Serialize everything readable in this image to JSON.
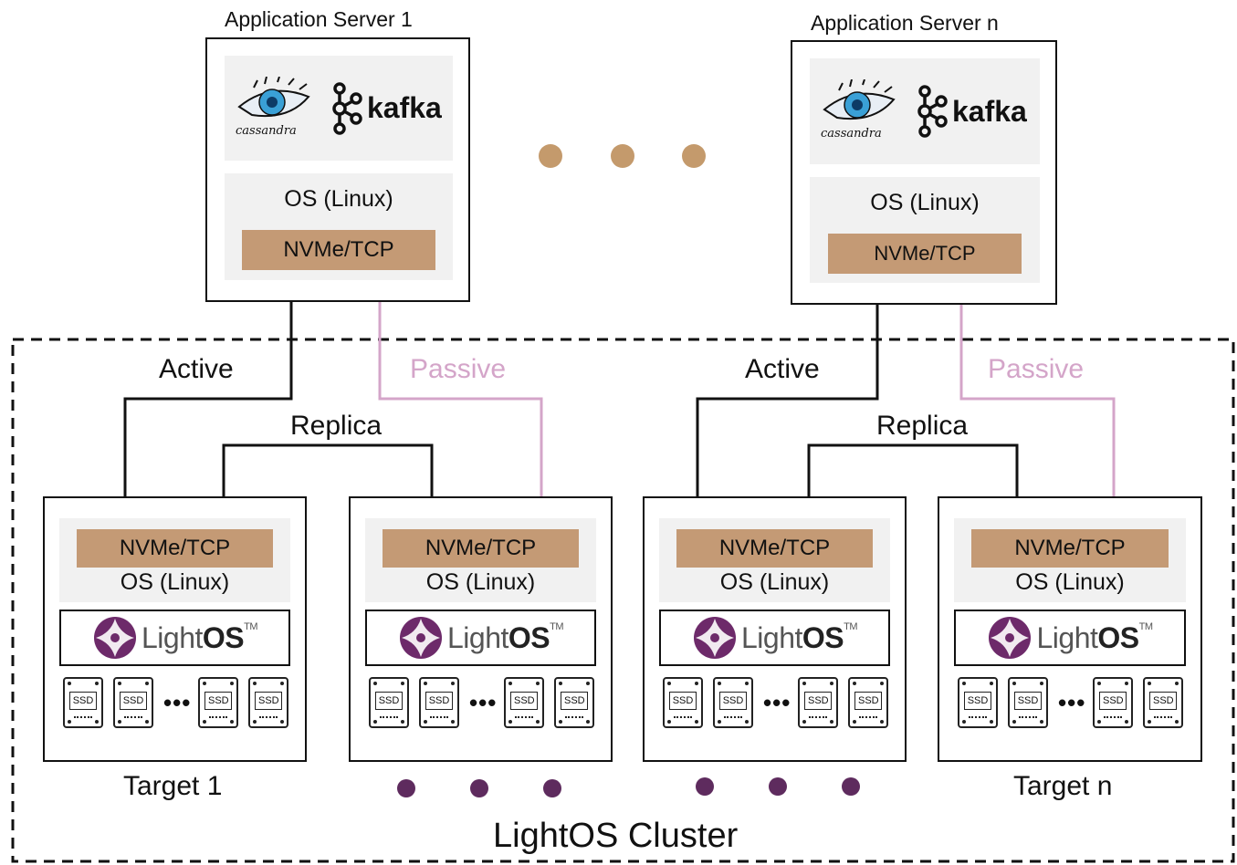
{
  "colors": {
    "nvme_fill": "#c49a75",
    "passive": "#d4a5c9",
    "active": "#111111",
    "brown_dot": "#c49a6c",
    "purple_dot": "#5e2b5e",
    "lightos_purple": "#6d2a6a"
  },
  "servers": [
    {
      "title": "Application Server 1",
      "apps": [
        "cassandra",
        "kafka"
      ],
      "os": "OS (Linux)",
      "nvme": "NVMe/TCP"
    },
    {
      "title": "Application Server n",
      "apps": [
        "cassandra",
        "kafka"
      ],
      "os": "OS (Linux)",
      "nvme": "NVMe/TCP"
    }
  ],
  "labels": {
    "active": "Active",
    "passive": "Passive",
    "replica": "Replica",
    "cluster": "LightOS Cluster"
  },
  "targets": [
    {
      "name": "Target 1",
      "nvme": "NVMe/TCP",
      "os": "OS (Linux)",
      "brand": "Light",
      "brand_bold": "OS",
      "tm": "TM",
      "ssd": "SSD"
    },
    {
      "name": "",
      "nvme": "NVMe/TCP",
      "os": "OS (Linux)",
      "brand": "Light",
      "brand_bold": "OS",
      "tm": "TM",
      "ssd": "SSD"
    },
    {
      "name": "",
      "nvme": "NVMe/TCP",
      "os": "OS (Linux)",
      "brand": "Light",
      "brand_bold": "OS",
      "tm": "TM",
      "ssd": "SSD"
    },
    {
      "name": "Target n",
      "nvme": "NVMe/TCP",
      "os": "OS (Linux)",
      "brand": "Light",
      "brand_bold": "OS",
      "tm": "TM",
      "ssd": "SSD"
    }
  ],
  "ellipsis": "•••"
}
